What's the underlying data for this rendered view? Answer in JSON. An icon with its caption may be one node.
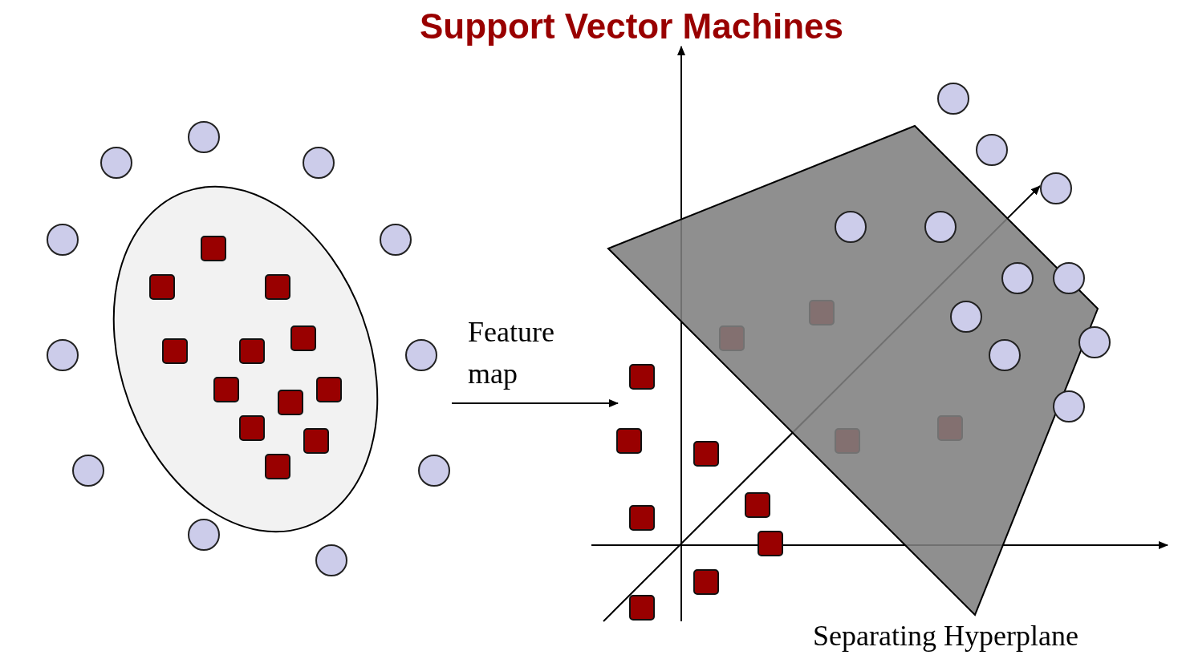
{
  "diagram": {
    "title": "Support Vector Machines",
    "nodes": [
      {
        "text": [],
        "shape": "picture"
      },
      {
        "text": [],
        "shape": "picture",
        "beside": [
          "Separating Hyperplane"
        ]
      }
    ],
    "edges": [
      {
        "from": 0,
        "to": 1,
        "arrow": "to",
        "label": "Feature map"
      }
    ]
  }
}
